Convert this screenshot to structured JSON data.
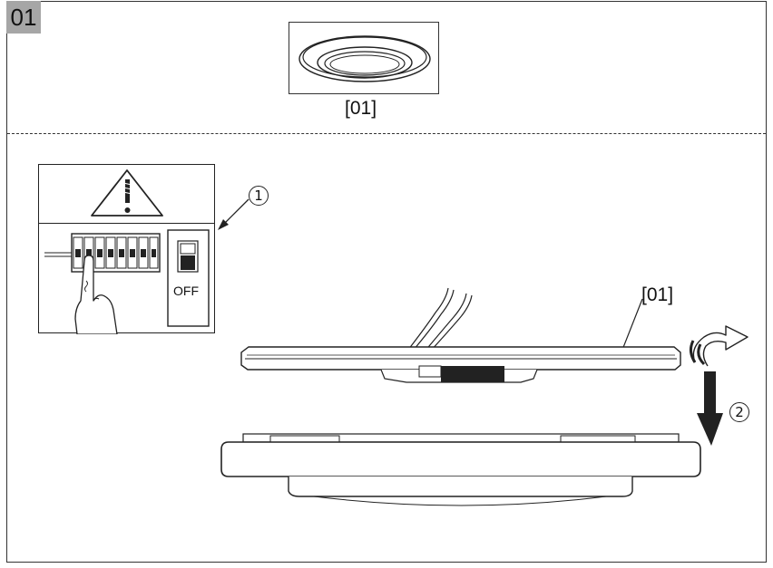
{
  "step_number": "01",
  "parts_label": "[01]",
  "breaker_state": "OFF",
  "part_label_on_drawing": "[01]",
  "callouts": [
    "1",
    "2"
  ],
  "icons": [
    "warning-triangle-icon",
    "hand-pointer-icon",
    "rotate-arrow-icon",
    "down-arrow-icon"
  ]
}
